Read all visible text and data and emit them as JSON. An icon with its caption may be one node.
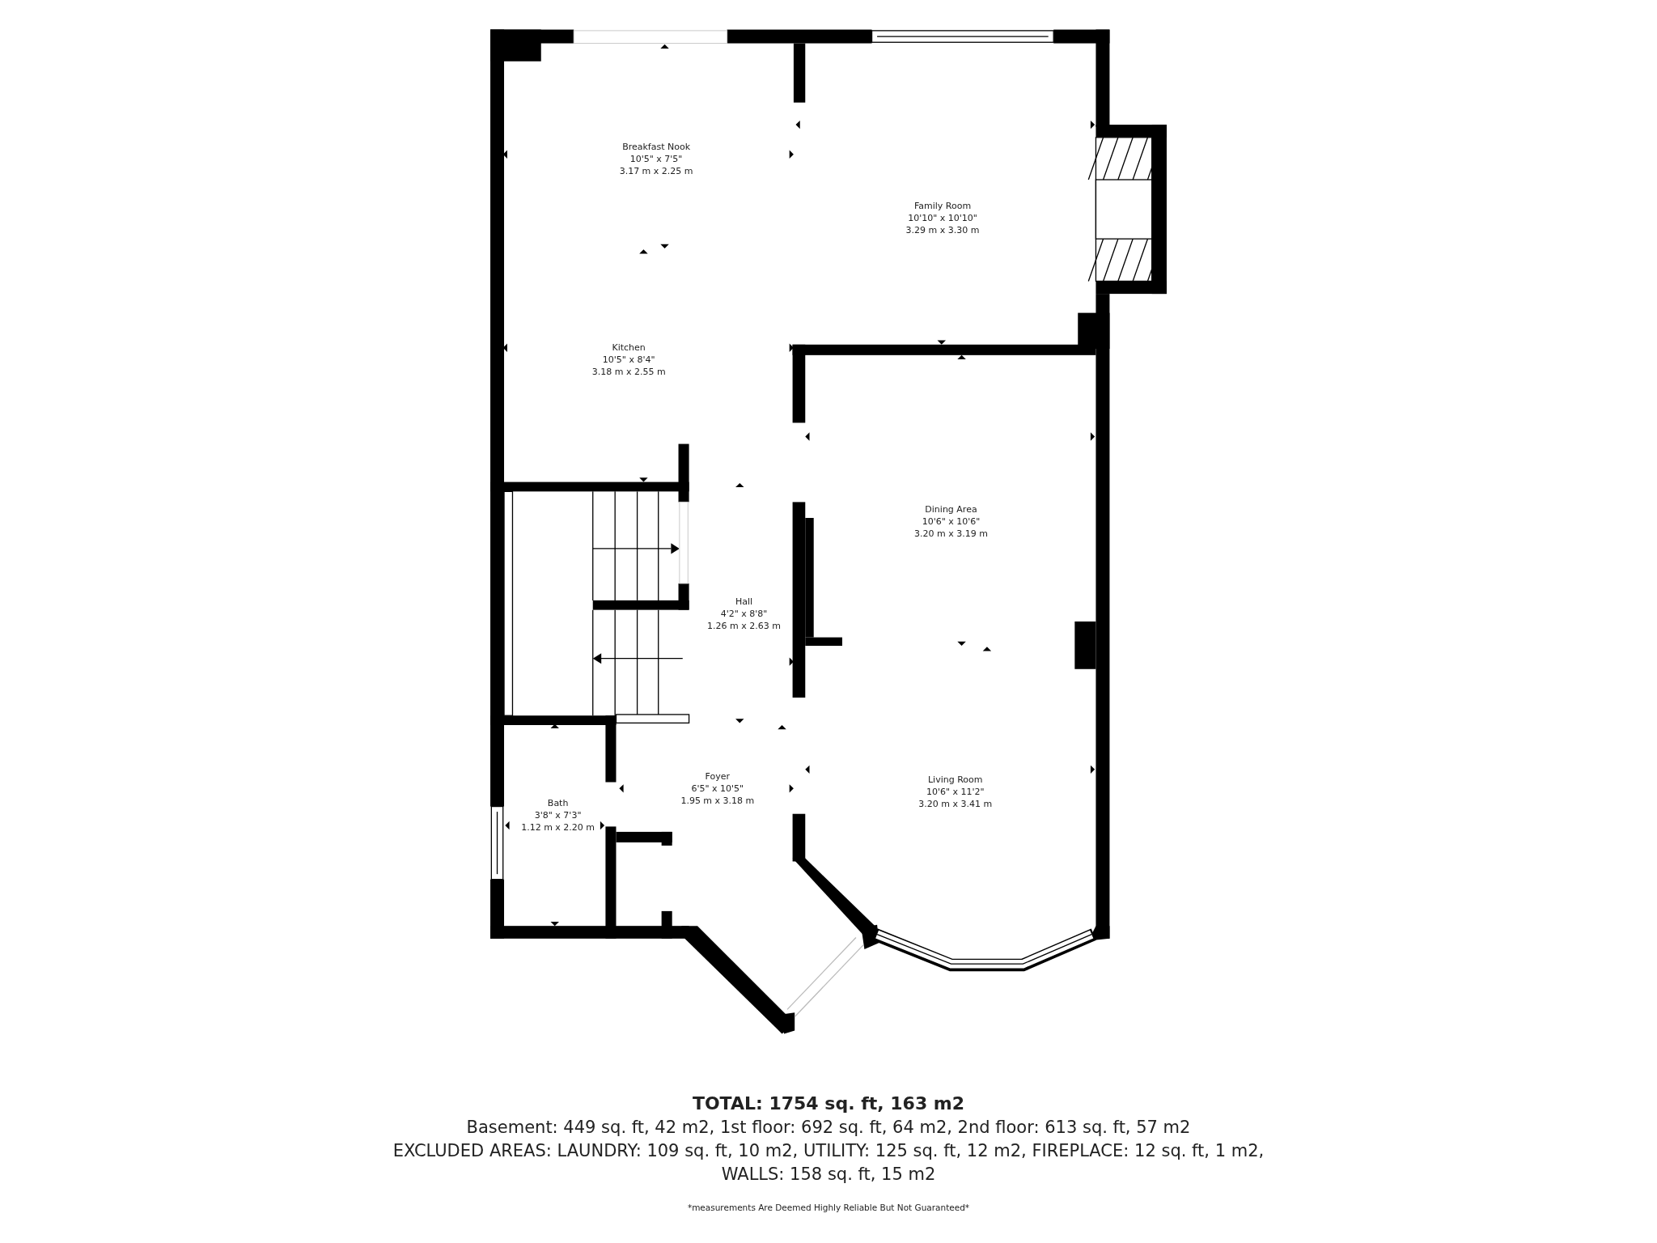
{
  "diagram": {
    "nodes": [
      {
        "text": [
          "Breakfast Nook",
          "10'5\" x 7'5\"",
          "3.17 m x 2.25 m"
        ]
      },
      {
        "text": [
          "Family Room",
          "10'10\" x 10'10\"",
          "3.29 m x 3.30 m"
        ]
      },
      {
        "text": [
          "Kitchen",
          "10'5\" x 8'4\"",
          "3.18 m x 2.55 m"
        ]
      },
      {
        "text": [
          "Dining Area",
          "10'6\" x 10'6\"",
          "3.20 m x 3.19 m"
        ]
      },
      {
        "text": [
          "Hall",
          "4'2\" x 8'8\"",
          "1.26 m x 2.63 m"
        ]
      },
      {
        "text": [
          "Foyer",
          "6'5\" x 10'5\"",
          "1.95 m x 3.18 m"
        ]
      },
      {
        "text": [
          "Living Room",
          "10'6\" x 11'2\"",
          "3.20 m x 3.41 m"
        ]
      },
      {
        "text": [
          "Bath",
          "3'8\" x 7'3\"",
          "1.12 m x 2.20 m"
        ]
      }
    ],
    "labels": [
      "TOTAL: 1754 sq. ft, 163 m2",
      "Basement: 449 sq. ft, 42 m2, 1st floor: 692 sq. ft, 64 m2, 2nd floor: 613 sq. ft, 57 m2",
      "EXCLUDED AREAS: LAUNDRY: 109 sq. ft, 10 m2, UTILITY: 125 sq. ft, 12 m2, FIREPLACE: 12 sq. ft, 1 m2, WALLS: 158 sq. ft, 15 m2",
      "*measurements Are Deemed Highly Reliable But Not Guaranteed*"
    ]
  }
}
